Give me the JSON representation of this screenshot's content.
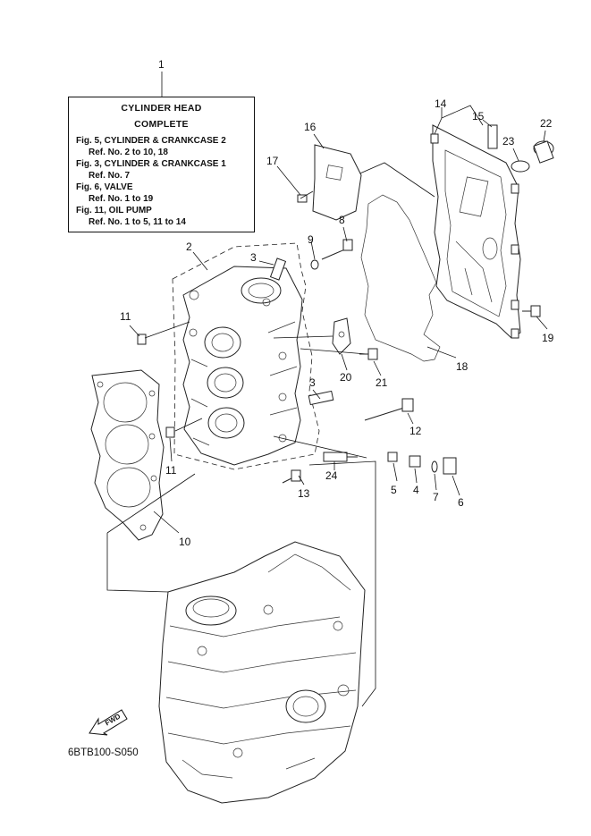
{
  "reference_box": {
    "callout": "1",
    "title_line1": "CYLINDER HEAD",
    "title_line2": "COMPLETE",
    "lines": [
      {
        "label": "Fig. 5, CYLINDER & CRANKCASE 2",
        "ref": "Ref. No. 2 to 10, 18"
      },
      {
        "label": "Fig. 3, CYLINDER & CRANKCASE 1",
        "ref": "Ref. No. 7"
      },
      {
        "label": "Fig. 6, VALVE",
        "ref": "Ref. No. 1 to 19"
      },
      {
        "label": "Fig. 11, OIL PUMP",
        "ref": "Ref. No. 1 to 5, 11 to 14"
      }
    ]
  },
  "callouts": {
    "c2": "2",
    "c3a": "3",
    "c3b": "3",
    "c4": "4",
    "c5": "5",
    "c6": "6",
    "c7": "7",
    "c8": "8",
    "c9": "9",
    "c10": "10",
    "c11a": "11",
    "c11b": "11",
    "c12": "12",
    "c13": "13",
    "c14": "14",
    "c15": "15",
    "c16": "16",
    "c17": "17",
    "c18": "18",
    "c19": "19",
    "c20": "20",
    "c21": "21",
    "c22": "22",
    "c23": "23",
    "c24": "24"
  },
  "fwd_label": "FWD",
  "diagram_code": "6BTB100-S050"
}
